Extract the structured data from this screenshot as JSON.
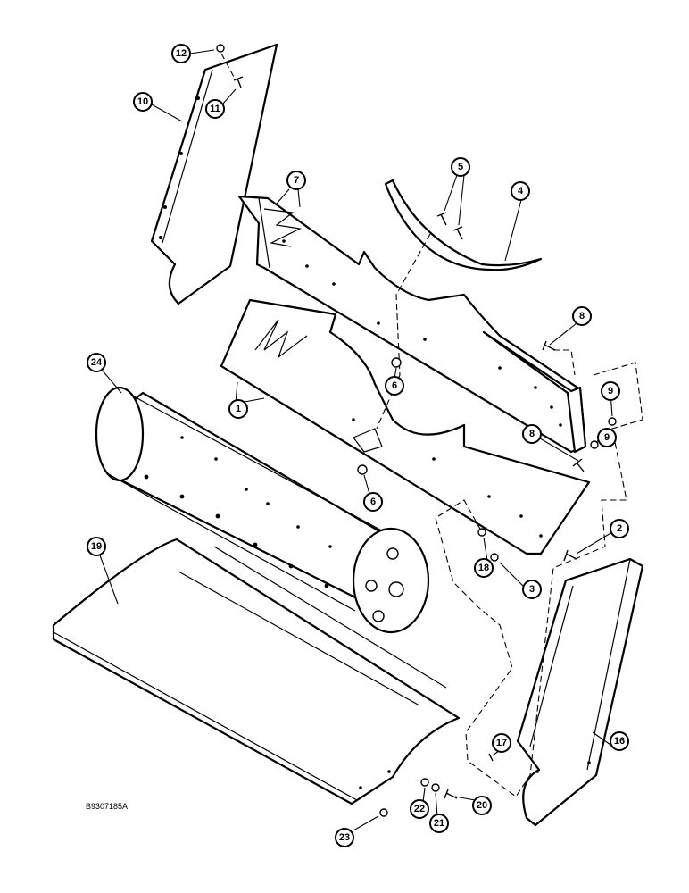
{
  "figure_id": "B9307185A",
  "callouts": [
    {
      "id": "c12",
      "label": "12"
    },
    {
      "id": "c11",
      "label": "11"
    },
    {
      "id": "c10",
      "label": "10"
    },
    {
      "id": "c7",
      "label": "7"
    },
    {
      "id": "c5",
      "label": "5"
    },
    {
      "id": "c4",
      "label": "4"
    },
    {
      "id": "c8a",
      "label": "8"
    },
    {
      "id": "c6a",
      "label": "6"
    },
    {
      "id": "c24",
      "label": "24"
    },
    {
      "id": "c1",
      "label": "1"
    },
    {
      "id": "c9a",
      "label": "9"
    },
    {
      "id": "c9b",
      "label": "9"
    },
    {
      "id": "c8b",
      "label": "8"
    },
    {
      "id": "c6b",
      "label": "6"
    },
    {
      "id": "c2",
      "label": "2"
    },
    {
      "id": "c18",
      "label": "18"
    },
    {
      "id": "c3",
      "label": "3"
    },
    {
      "id": "c19",
      "label": "19"
    },
    {
      "id": "c16",
      "label": "16"
    },
    {
      "id": "c17",
      "label": "17"
    },
    {
      "id": "c23",
      "label": "23"
    },
    {
      "id": "c22",
      "label": "22"
    },
    {
      "id": "c21",
      "label": "21"
    },
    {
      "id": "c20",
      "label": "20"
    }
  ]
}
